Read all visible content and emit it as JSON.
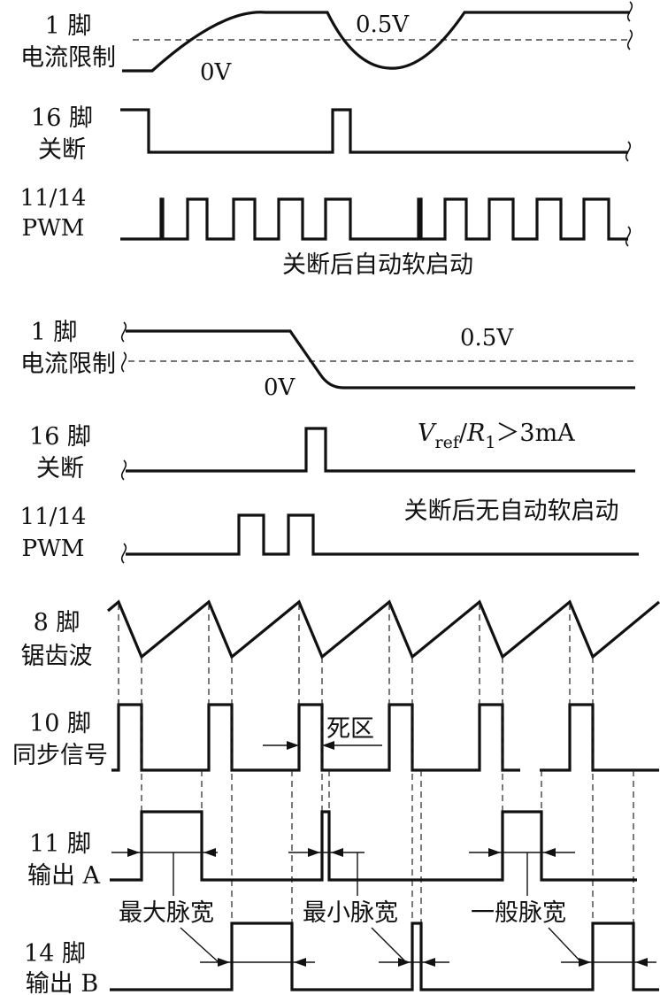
{
  "panel1": {
    "ch1_label": [
      "1 脚",
      "电流限制"
    ],
    "ch16_label": [
      "16 脚",
      "关断"
    ],
    "pwm_label": [
      "11/14",
      "PWM"
    ],
    "threshold": "0.5V",
    "zero": "0V",
    "caption": "关断后自动软启动"
  },
  "panel2": {
    "ch1_label": [
      "1 脚",
      "电流限制"
    ],
    "ch16_label": [
      "16 脚",
      "关断"
    ],
    "pwm_label": [
      "11/14",
      "PWM"
    ],
    "threshold": "0.5V",
    "zero": "0V",
    "condition": {
      "v": "V",
      "ref": "ref",
      "slash": "/",
      "r": "R",
      "sub1": "1",
      "rest": "＞3mA"
    },
    "caption": "关断后无自动软启动"
  },
  "panel3": {
    "ch8_label": [
      "8 脚",
      "锯齿波"
    ],
    "ch10_label": [
      "10 脚",
      "同步信号"
    ],
    "ch11_label": [
      "11 脚",
      "输出 A"
    ],
    "ch14_label": [
      "14 脚",
      "输出 B"
    ],
    "deadzone": "死区",
    "max_width": "最大脉宽",
    "min_width": "最小脉宽",
    "normal_width": "一般脉宽"
  }
}
